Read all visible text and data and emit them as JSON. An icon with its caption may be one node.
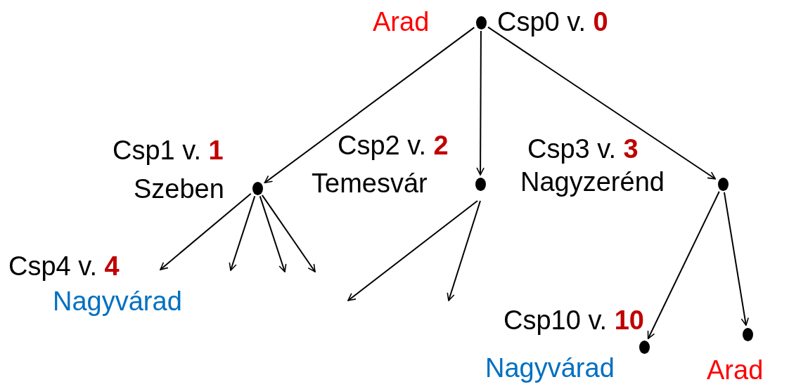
{
  "diagram": {
    "nodes": [
      {
        "text": [
          "Arad",
          "Csp0 v. **0**"
        ]
      },
      {
        "text": [
          "Csp1 v. **1**",
          "Szeben"
        ]
      },
      {
        "text": [
          "Csp2 v. **2**",
          "Temesvár"
        ]
      },
      {
        "text": [
          "Csp3 v. **3**",
          "Nagyzerénd"
        ]
      },
      {
        "text": [
          "Csp4 v. **4**",
          "Nagyvárad"
        ]
      },
      {
        "text": [
          "Csp10 v. **10**",
          "Nagyvárad"
        ]
      },
      {
        "text": [
          "Arad"
        ]
      }
    ],
    "edges": [
      {
        "from": 0,
        "to": 1,
        "arrow": "to"
      },
      {
        "from": 0,
        "to": 2,
        "arrow": "to"
      },
      {
        "from": 0,
        "to": 3,
        "arrow": "to"
      },
      {
        "from": 1,
        "to": 4,
        "arrow": "to"
      },
      {
        "from": 1,
        "to": null,
        "arrow": "to"
      },
      {
        "from": 1,
        "to": null,
        "arrow": "to"
      },
      {
        "from": 1,
        "to": null,
        "arrow": "to"
      },
      {
        "from": 2,
        "to": null,
        "arrow": "to"
      },
      {
        "from": 2,
        "to": null,
        "arrow": "to"
      },
      {
        "from": 3,
        "to": 5,
        "arrow": "to"
      },
      {
        "from": 3,
        "to": 6,
        "arrow": "to"
      }
    ]
  }
}
